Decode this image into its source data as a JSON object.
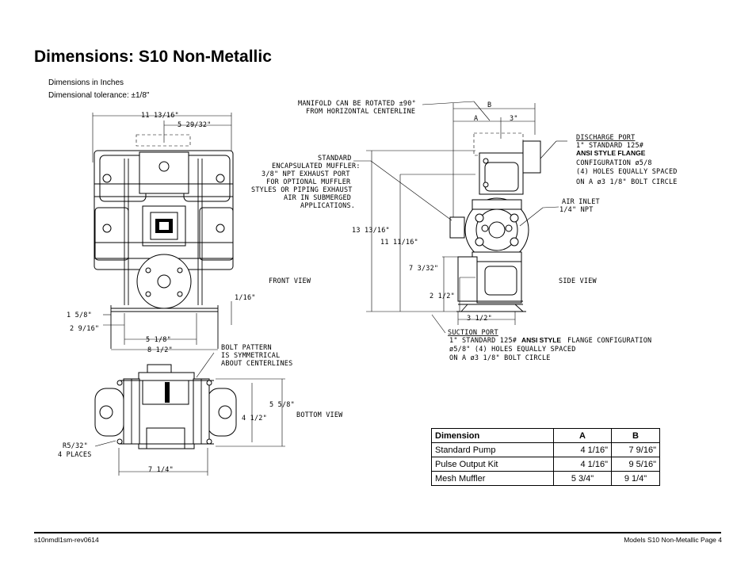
{
  "page": {
    "title": "Dimensions: S10 Non-Metallic",
    "units_note": "Dimensions in Inches",
    "tolerance_note": "Dimensional tolerance: ±1/8\""
  },
  "front_view": {
    "label": "FRONT VIEW",
    "dims": [
      "11  13/16\"",
      "5  29/32\"",
      "1/16\"",
      "1  5/8\"",
      "2  9/16\"",
      "5  1/8\"",
      "8  1/2\""
    ]
  },
  "bottom_view": {
    "label": "BOTTOM  VIEW",
    "dims": [
      "5  5/8\"",
      "4  1/2\"",
      "7  1/4\"",
      "R5/32\"",
      "4  PLACES"
    ],
    "bolt_note": [
      "BOLT  PATTERN",
      "IS  SYMMETRICAL",
      "ABOUT  CENTERLINES"
    ]
  },
  "side_view": {
    "label": "SIDE  VIEW",
    "manifold_note": [
      "MANIFOLD  CAN  BE  ROTATED  ±90°",
      "FROM  HORIZONTAL  CENTERLINE"
    ],
    "muffler_note": [
      "STANDARD",
      "ENCAPSULATED  MUFFLER:",
      "3/8\"  NPT  EXHAUST  PORT",
      "FOR  OPTIONAL  MUFFLER",
      "STYLES  OR  PIPING  EXHAUST",
      "AIR  IN  SUBMERGED",
      "APPLICATIONS."
    ],
    "discharge_note": [
      "DISCHARGE  PORT",
      "1\"  STANDARD  125#",
      "ANSI STYLE FLANGE",
      "CONFIGURATION  ø5/8",
      "(4)  HOLES  EQUALLY  SPACED",
      "ON  A  ø3  1/8\"  BOLT  CIRCLE"
    ],
    "air_inlet": [
      "AIR  INLET",
      "1/4\"  NPT"
    ],
    "suction_note": [
      "SUCTION  PORT",
      "1\"  STANDARD  125#",
      "ANSI STYLE",
      "FLANGE  CONFIGURATION",
      "ø5/8\"  (4)  HOLES  EQUALLY  SPACED",
      "ON  A  ø3  1/8\"  BOLT  CIRCLE"
    ],
    "dims": [
      "B",
      "A",
      "3\"",
      "13  13/16\"",
      "11  11/16\"",
      "7  3/32\"",
      "2  1/2\"",
      "3  1/2\""
    ]
  },
  "table": {
    "headers": [
      "Dimension",
      "A",
      "B"
    ],
    "rows": [
      [
        "Standard Pump",
        "4 1/16\"",
        "7  9/16\""
      ],
      [
        "Pulse Output Kit",
        "4 1/16\"",
        "9  5/16\""
      ],
      [
        "Mesh Muffler",
        "5 3/4\"",
        "9 1/4\""
      ]
    ]
  },
  "footer": {
    "left": "s10nmdl1sm-rev0614",
    "right": "Models S10 Non-Metallic  Page 4"
  }
}
